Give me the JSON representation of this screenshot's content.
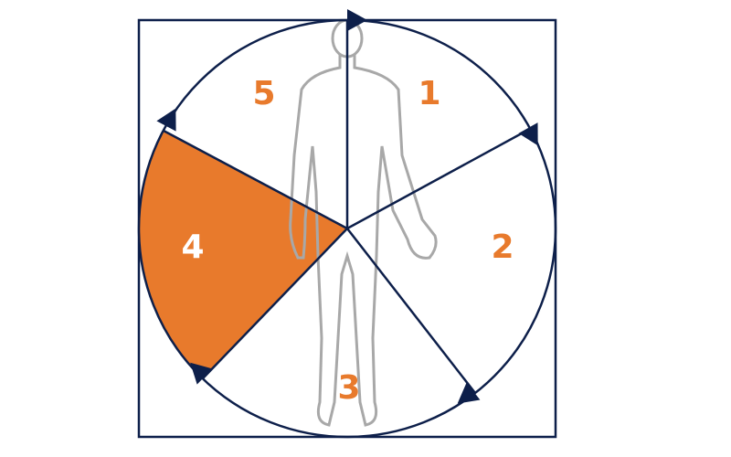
{
  "colors": {
    "navy": "#0d1f4a",
    "orange": "#e87a2c",
    "figure": "#a8a8a8"
  },
  "segments": [
    {
      "label": "1",
      "highlighted": false
    },
    {
      "label": "2",
      "highlighted": false
    },
    {
      "label": "3",
      "highlighted": false
    },
    {
      "label": "4",
      "highlighted": true
    },
    {
      "label": "5",
      "highlighted": false
    }
  ]
}
